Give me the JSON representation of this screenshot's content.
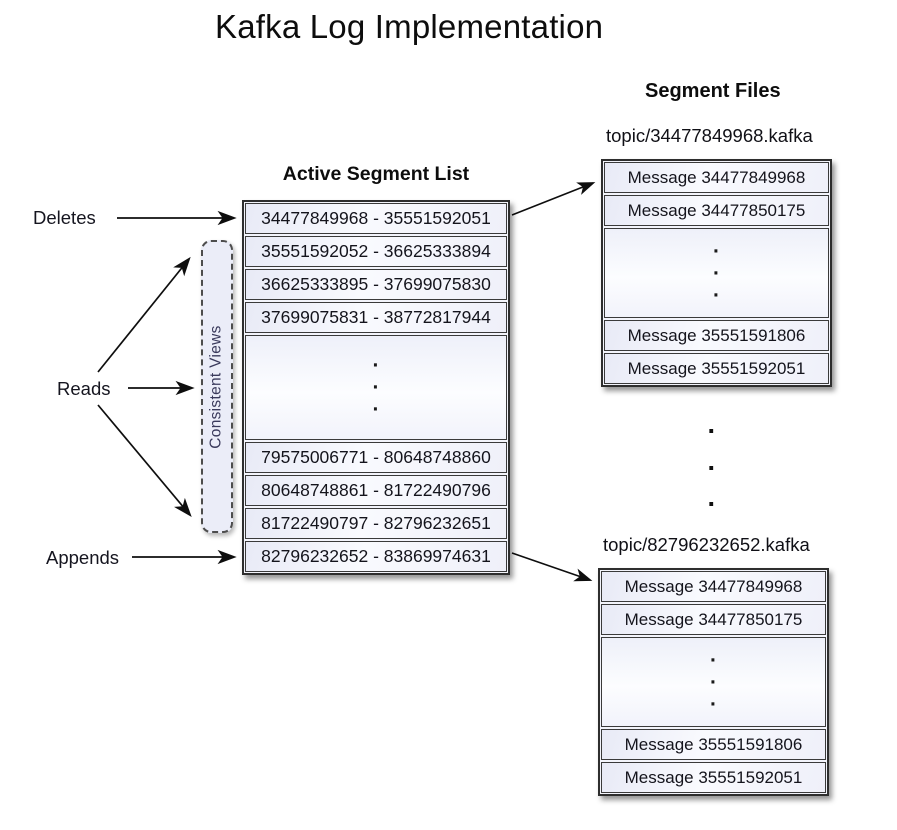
{
  "title": "Kafka Log Implementation",
  "flow_labels": {
    "deletes": "Deletes",
    "reads": "Reads",
    "appends": "Appends"
  },
  "consistent_views": {
    "label": "Consistent Views"
  },
  "active_segment_list": {
    "heading": "Active Segment List",
    "segments_top": [
      "34477849968 - 35551592051",
      "35551592052 - 36625333894",
      "36625333895 - 37699075830",
      "37699075831 - 38772817944"
    ],
    "segments_bottom": [
      "79575006771 - 80648748860",
      "80648748861 - 81722490796",
      "81722490797 - 82796232651",
      "82796232652 - 83869974631"
    ]
  },
  "segment_files": {
    "heading": "Segment Files",
    "files": [
      {
        "filename": "topic/34477849968.kafka",
        "messages_top": [
          "Message 34477849968",
          "Message 34477850175"
        ],
        "messages_bottom": [
          "Message 35551591806",
          "Message 35551592051"
        ]
      },
      {
        "filename": "topic/82796232652.kafka",
        "messages_top": [
          "Message 34477849968",
          "Message 34477850175"
        ],
        "messages_bottom": [
          "Message 35551591806",
          "Message 35551592051"
        ]
      }
    ]
  },
  "glyphs": {
    "ellipsis_dot": "·"
  },
  "colors": {
    "background": "#ffffff",
    "box_border": "#2e2e2e",
    "cell_fill_tint": "#e8eaf6",
    "cell_fill_light": "#f9fafe",
    "consistent_views_fill": "#ebedf8",
    "text": "#14141c",
    "arrow": "#0e0e0e"
  }
}
